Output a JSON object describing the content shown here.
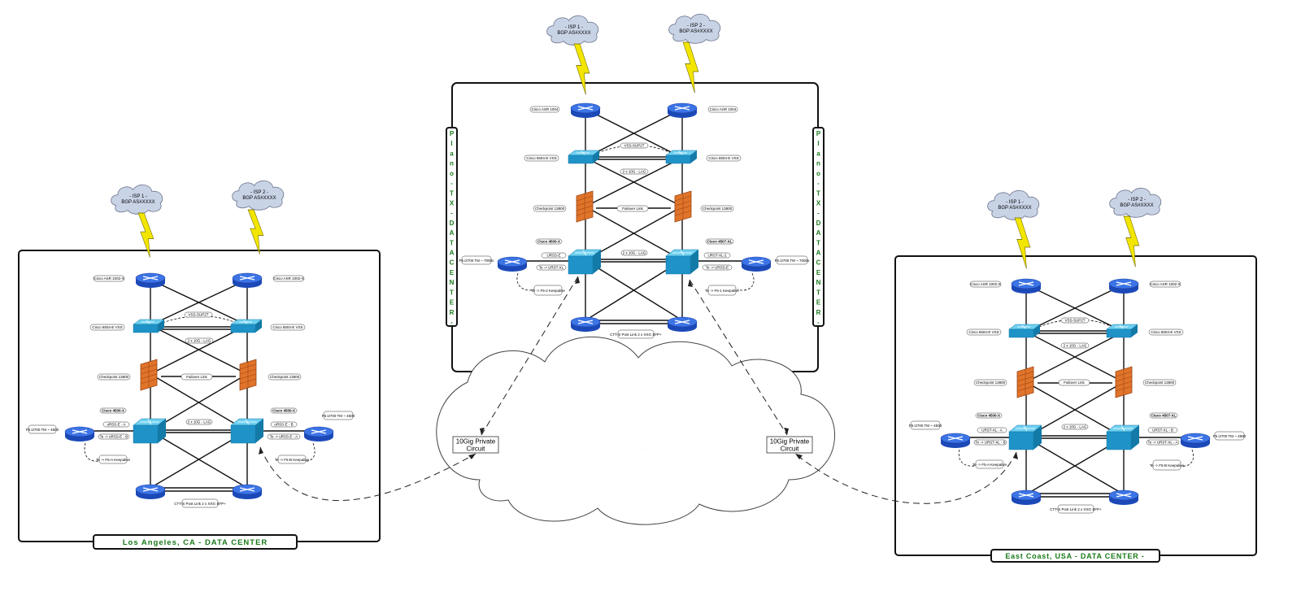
{
  "colors": {
    "accent_green": "#1a7a1a",
    "router_blue": "#2d5fd6",
    "switch_blue": "#1f93c8",
    "firewall_orange": "#e0742a",
    "cloud_fill": "#c9d3e6",
    "bolt_yellow": "#f2e600"
  },
  "icons": [
    "cloud-icon",
    "router-icon",
    "switch-icon",
    "firewall-icon",
    "lightning-icon"
  ],
  "isp": {
    "isp1": "- ISP 1 -",
    "isp2": "- ISP 2 -",
    "bgp": "BGP AS#XXXX"
  },
  "wan": {
    "private_circuit_line1": "10Gig Private",
    "private_circuit_line2": "Circuit"
  },
  "datacenters": {
    "la": {
      "title": "Los Angeles, CA - DATA CENTER",
      "router_a": "Cisco ASR 1002-X",
      "router_b": "Cisco ASR 1002-X",
      "core_a": "Cisco 6504-E VSS",
      "core_b": "Cisco 6504-E VSS",
      "vss_link": "VSS-SUP2T",
      "vss_lag": "2 x 10G - LAG",
      "fw_a": "Checkpoint 13800",
      "fw_b": "Checkpoint 13800",
      "failover": "Failover Link",
      "agg_a": "Cisco 4500-X",
      "agg_b": "Cisco 4500-X",
      "agg_lag": "2 x 10G - LAG",
      "agg_port_a1": "uRSS-E - A",
      "agg_port_a2": "Te -> uRSS-E - B",
      "agg_port_b1": "uRSS-E - B",
      "agg_port_b2": "Te -> uRSS-E - A",
      "f5_a": "F5 i2700 TM ~ 4500",
      "f5_b": "F5 i2700 TM ~ 4500",
      "ka_a": "Te -> F5-A Keepalive",
      "ka_b": "Te -> F5-B Keepalive",
      "bottom_link": "CTT-S Post Link 2 x XXG SFP+"
    },
    "plano": {
      "title": "Plano - TX - DATA CENTER -",
      "router_a": "Cisco ASR 1004",
      "router_b": "Cisco ASR 1004",
      "core_a": "Cisco 6504-E VSS",
      "core_b": "Cisco 6504-E VSS",
      "vss_link": "VSS-SUP2T",
      "vss_lag": "2 x 10G - LAG",
      "fw_a": "Checkpoint 13800",
      "fw_b": "Checkpoint 13800",
      "failover": "Failover Link",
      "agg_a": "Cisco 4500-X",
      "agg_b": "Cisco 4507-XL",
      "agg_lag": "2 x 10G - LAG",
      "agg_port_a1": "URSS-E",
      "agg_port_a2": "Te -> URST-XL",
      "agg_port_b1": "URST-XL-2",
      "agg_port_b2": "Te -> URSS-E",
      "f5_a": "F5 i2700 TM ~ 7000x",
      "f5_b": "F5 i2700 TM ~ 7000x",
      "ka_a": "Te -> F5-2 Keepalive",
      "ka_b": "Te -> F5-1 Keepalive",
      "bottom_link": "CTT-S Post Link 2 x XXG SFP+"
    },
    "east": {
      "title": "East Coast, USA - DATA CENTER -",
      "router_a": "Cisco ASR 1002-X",
      "router_b": "Cisco ASR 1002-X",
      "core_a": "Cisco 6504-E VSS",
      "core_b": "Cisco 6504-E VSS",
      "vss_link": "VSS-SUP2T",
      "vss_lag": "2 x 10G - LAG",
      "fw_a": "Checkpoint 13800",
      "fw_b": "Checkpoint 13800",
      "failover": "Failover Link",
      "agg_a": "Cisco 4500-X",
      "agg_b": "Cisco 4507-XL",
      "agg_lag": "2 x 10G - LAG",
      "agg_port_a1": "URST-XL - A",
      "agg_port_a2": "Te -> URST-XL - B",
      "agg_port_b1": "URST-XL - B",
      "agg_port_b2": "Te -> URST-XL - A",
      "f5_a": "F5 i2700 TM ~ 4500",
      "f5_b": "F5 i2700 TM ~ 4500",
      "ka_a": "Te -> F5-A Keepalive",
      "ka_b": "Te -> F5-B Keepalive",
      "bottom_link": "CTT-S Post Link 2 x XXG SFP+"
    }
  }
}
